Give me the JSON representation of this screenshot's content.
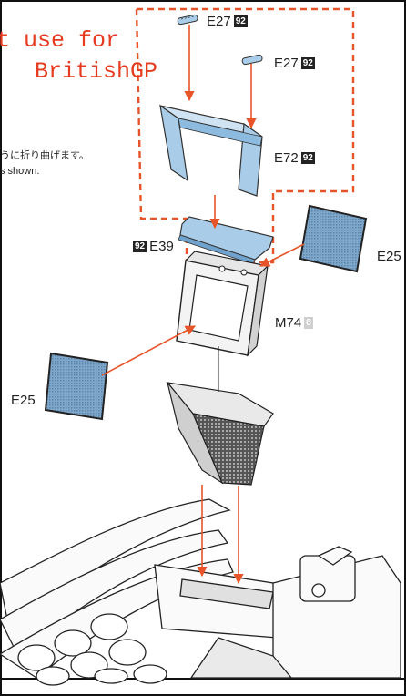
{
  "warning": {
    "line1": "t use for",
    "line2": "BritishGP"
  },
  "note": {
    "japanese": "うに折り曲げます。",
    "english": "s shown."
  },
  "parts": {
    "e27_top": {
      "code": "E27",
      "badge": "92"
    },
    "e27_right": {
      "code": "E27",
      "badge": "92"
    },
    "e72": {
      "code": "E72",
      "badge": "92"
    },
    "e39": {
      "code": "E39",
      "badge": "92"
    },
    "e25_right": {
      "code": "E25"
    },
    "e25_left": {
      "code": "E25"
    },
    "m74": {
      "code": "M74",
      "badge": "8"
    }
  },
  "colors": {
    "dashed_outline": "#e8542a",
    "arrow": "#e8542a",
    "part_blue": "#a9cde8",
    "warning_text": "#e63b20"
  }
}
